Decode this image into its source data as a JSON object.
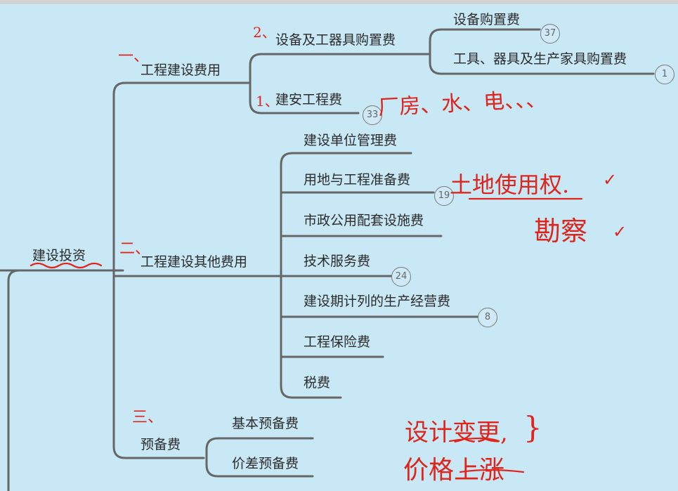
{
  "root": {
    "label": "建设投资"
  },
  "branches": {
    "engineering": {
      "label": "工程建设费用",
      "mark": "一、",
      "children": {
        "equipment": {
          "label": "设备及工器具购置费",
          "mark": "2、",
          "children": {
            "equip_purchase": {
              "label": "设备购置费",
              "badge": "37"
            },
            "tools": {
              "label": "工具、器具及生产家具购置费",
              "badge": "1"
            }
          }
        },
        "construction": {
          "label": "建安工程费",
          "mark": "1、",
          "badge": "33",
          "note": "厂房、水、电、、、"
        }
      }
    },
    "other": {
      "label": "工程建设其他费用",
      "mark": "二、",
      "children": {
        "mgmt": {
          "label": "建设单位管理费"
        },
        "land": {
          "label": "用地与工程准备费",
          "badge": "19",
          "note": "土地使用权.",
          "check": "✓"
        },
        "municipal": {
          "label": "市政公用配套设施费",
          "note": "勘察",
          "check": "✓"
        },
        "tech": {
          "label": "技术服务费",
          "badge": "24"
        },
        "production": {
          "label": "建设期计列的生产经营费",
          "badge": "8"
        },
        "insurance": {
          "label": "工程保险费"
        },
        "tax": {
          "label": "税费"
        }
      }
    },
    "reserve": {
      "label": "预备费",
      "mark": "三、",
      "children": {
        "basic": {
          "label": "基本预备费"
        },
        "price": {
          "label": "价差预备费"
        }
      },
      "notes": {
        "design": "设计变更,",
        "price_rise": "价格上涨",
        "brace": "}"
      }
    }
  },
  "colors": {
    "background": "#c9e8f6",
    "line": "#666666",
    "annotation": "#e0241c"
  }
}
